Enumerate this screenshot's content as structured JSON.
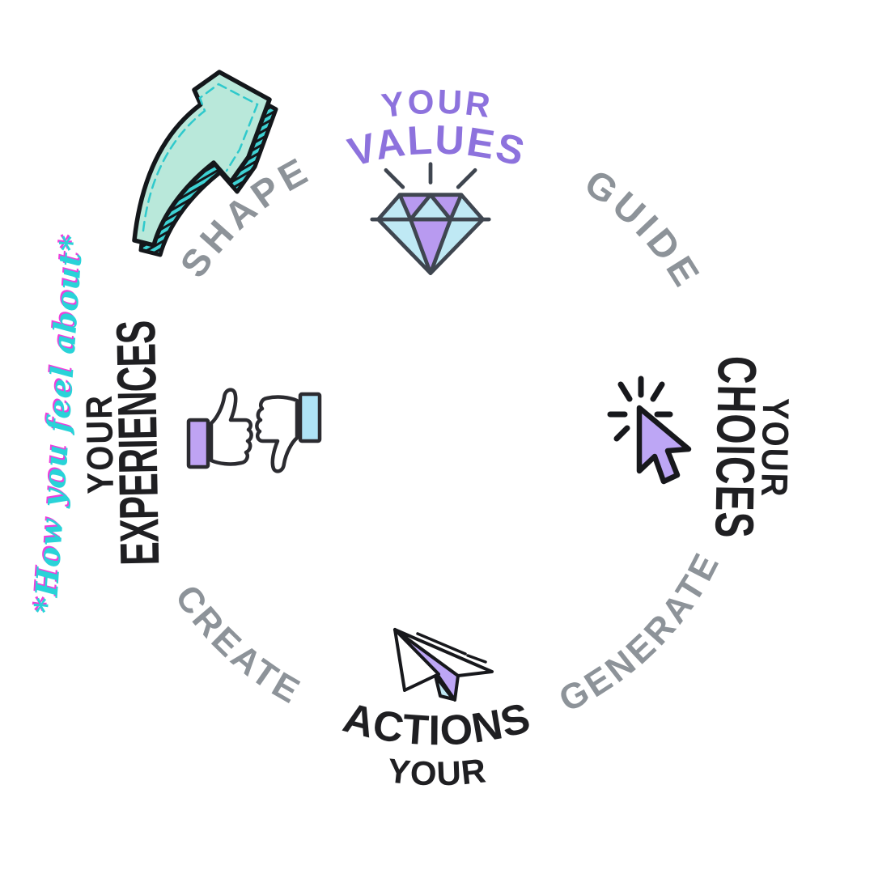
{
  "diagram": {
    "top": {
      "word_small": "YOUR",
      "word_big": "VALUES"
    },
    "right": {
      "word_small": "YOUR",
      "word_big": "CHOICES"
    },
    "bottom": {
      "word_big": "ACTIONS",
      "word_small": "YOUR"
    },
    "left": {
      "word_small": "YOUR",
      "word_big": "EXPERIENCES"
    },
    "verbs": {
      "shape": "SHAPE",
      "guide": "GUIDE",
      "generate": "GENERATE",
      "create": "CREATE"
    },
    "annotation": "*How you feel about*",
    "icons": {
      "top_left": "arrow-3d-up-right",
      "values": "diamond",
      "choices": "cursor-click",
      "actions": "paper-plane",
      "experiences": "thumbs-up-down"
    },
    "colors": {
      "purple_text": "#8d72dd",
      "black_text": "#1f1f22",
      "gray_text": "#8d9399",
      "teal": "#35cdd0",
      "mint": "#b9e8da",
      "lavender": "#bda6f5",
      "light_blue": "#bfe9f4",
      "script_cyan": "#29d3d8",
      "script_magenta": "#ee3fdc"
    }
  }
}
